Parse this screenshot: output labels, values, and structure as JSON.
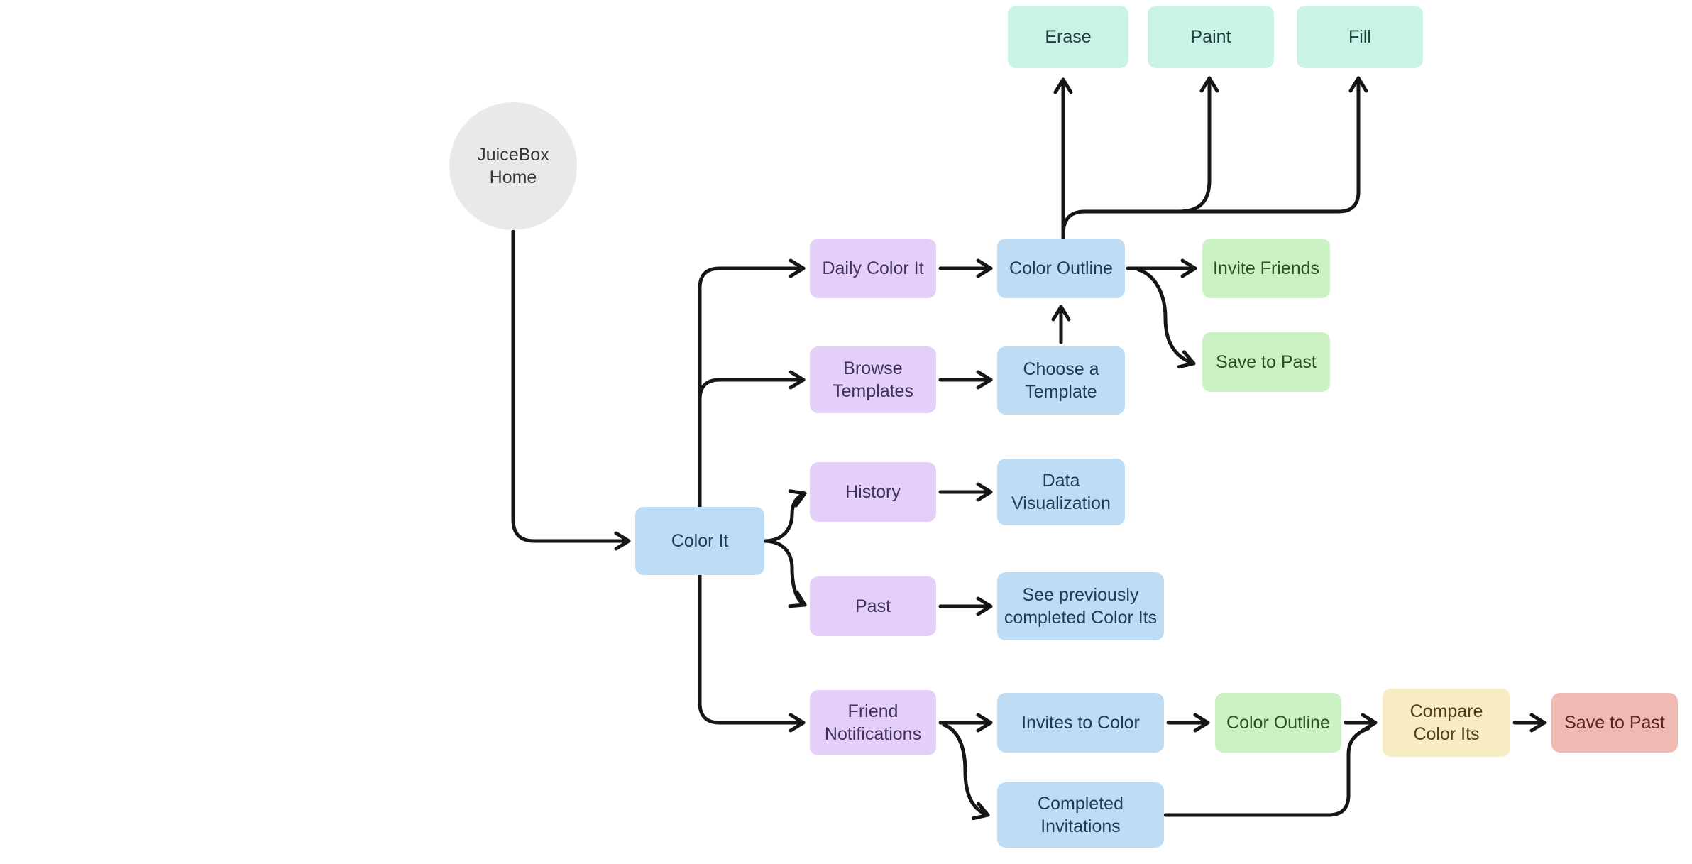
{
  "diagram": {
    "palette": {
      "gray": {
        "bg": "#e9e9e9",
        "fg": "#373737"
      },
      "purple": {
        "bg": "#e3cff7",
        "fg": "#40305c"
      },
      "blue": {
        "bg": "#bedcf4",
        "fg": "#1e3a56"
      },
      "green": {
        "bg": "#cbf2c3",
        "fg": "#2a501f"
      },
      "mint": {
        "bg": "#c9f3e6",
        "fg": "#22403b"
      },
      "yellow": {
        "bg": "#f8ecc5",
        "fg": "#4f4116"
      },
      "red": {
        "bg": "#f1b9b4",
        "fg": "#5c2420"
      },
      "line": "#161616"
    },
    "nodes": [
      {
        "id": "juicebox-home",
        "label": "JuiceBox\nHome",
        "color": "gray"
      },
      {
        "id": "color-it",
        "label": "Color It",
        "color": "blue"
      },
      {
        "id": "daily-color-it",
        "label": "Daily Color It",
        "color": "purple"
      },
      {
        "id": "browse-templates",
        "label": "Browse\nTemplates",
        "color": "purple"
      },
      {
        "id": "history",
        "label": "History",
        "color": "purple"
      },
      {
        "id": "past",
        "label": "Past",
        "color": "purple"
      },
      {
        "id": "friend-notifications",
        "label": "Friend\nNotifications",
        "color": "purple"
      },
      {
        "id": "color-outline",
        "label": "Color Outline",
        "color": "blue"
      },
      {
        "id": "choose-a-template",
        "label": "Choose a\nTemplate",
        "color": "blue"
      },
      {
        "id": "data-visualization",
        "label": "Data\nVisualization",
        "color": "blue"
      },
      {
        "id": "see-previously-completed-color-its",
        "label": "See previously\ncompleted Color Its",
        "color": "blue"
      },
      {
        "id": "invites-to-color",
        "label": "Invites to Color",
        "color": "blue"
      },
      {
        "id": "completed-invitations",
        "label": "Completed\nInvitations",
        "color": "blue"
      },
      {
        "id": "invite-friends",
        "label": "Invite Friends",
        "color": "green"
      },
      {
        "id": "save-to-past",
        "label": "Save to Past",
        "color": "green"
      },
      {
        "id": "erase",
        "label": "Erase",
        "color": "mint"
      },
      {
        "id": "paint",
        "label": "Paint",
        "color": "mint"
      },
      {
        "id": "fill",
        "label": "Fill",
        "color": "mint"
      },
      {
        "id": "color-outline-friends",
        "label": "Color Outline",
        "color": "green"
      },
      {
        "id": "compare-color-its",
        "label": "Compare\nColor Its",
        "color": "yellow"
      },
      {
        "id": "save-to-past-friends",
        "label": "Save to Past",
        "color": "red"
      }
    ],
    "edges": [
      {
        "from": "juicebox-home",
        "to": "color-it"
      },
      {
        "from": "color-it",
        "to": "daily-color-it"
      },
      {
        "from": "color-it",
        "to": "browse-templates"
      },
      {
        "from": "color-it",
        "to": "history"
      },
      {
        "from": "color-it",
        "to": "past"
      },
      {
        "from": "color-it",
        "to": "friend-notifications"
      },
      {
        "from": "daily-color-it",
        "to": "color-outline"
      },
      {
        "from": "browse-templates",
        "to": "choose-a-template"
      },
      {
        "from": "choose-a-template",
        "to": "color-outline"
      },
      {
        "from": "color-outline",
        "to": "erase"
      },
      {
        "from": "color-outline",
        "to": "paint"
      },
      {
        "from": "color-outline",
        "to": "fill"
      },
      {
        "from": "color-outline",
        "to": "invite-friends"
      },
      {
        "from": "color-outline",
        "to": "save-to-past"
      },
      {
        "from": "history",
        "to": "data-visualization"
      },
      {
        "from": "past",
        "to": "see-previously-completed-color-its"
      },
      {
        "from": "friend-notifications",
        "to": "invites-to-color"
      },
      {
        "from": "friend-notifications",
        "to": "completed-invitations"
      },
      {
        "from": "invites-to-color",
        "to": "color-outline-friends"
      },
      {
        "from": "color-outline-friends",
        "to": "compare-color-its"
      },
      {
        "from": "completed-invitations",
        "to": "compare-color-its"
      },
      {
        "from": "compare-color-its",
        "to": "save-to-past-friends"
      }
    ]
  }
}
